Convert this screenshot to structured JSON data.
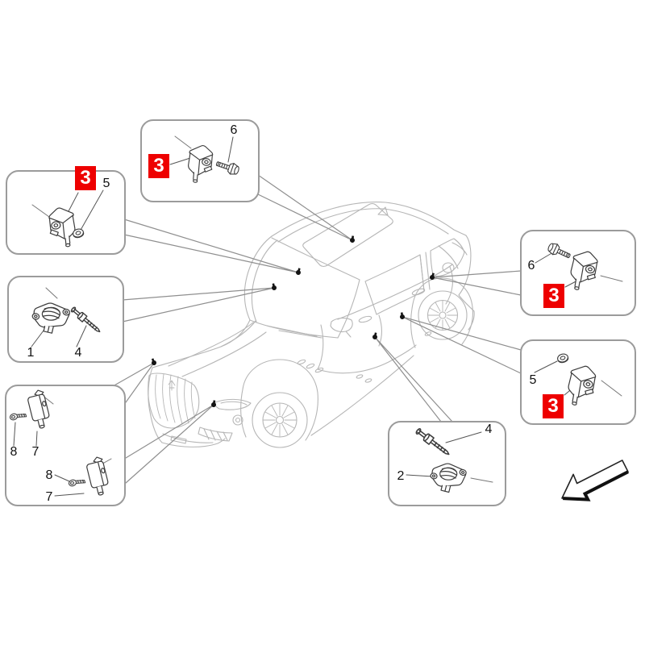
{
  "diagram": {
    "type": "vehicle-parts-diagram",
    "subject": "SUV airbag crash sensor locations"
  },
  "colors": {
    "badge_red": "#ee0000",
    "callout_border": "#9b9b9b",
    "car_line": "#b6b6b6",
    "leader_line": "#8f8f8f",
    "part_line": "#3d3d3d"
  },
  "badges": {
    "top_left": "3",
    "top_center": "3",
    "right_top": "3",
    "right_bottom": "3"
  },
  "labels": {
    "top_center_bolt": "6",
    "top_left_nut": "5",
    "front_sensor": "1",
    "front_screw": "4",
    "bpillar_screw_a": "8",
    "bpillar_sensor_a": "7",
    "bpillar_screw_b": "8",
    "bpillar_sensor_b": "7",
    "right_top_bolt": "6",
    "right_bottom_nut": "5",
    "rear_screw": "4",
    "rear_sensor": "2"
  },
  "icons": {
    "direction_arrow": "down-left-3d-arrow"
  }
}
